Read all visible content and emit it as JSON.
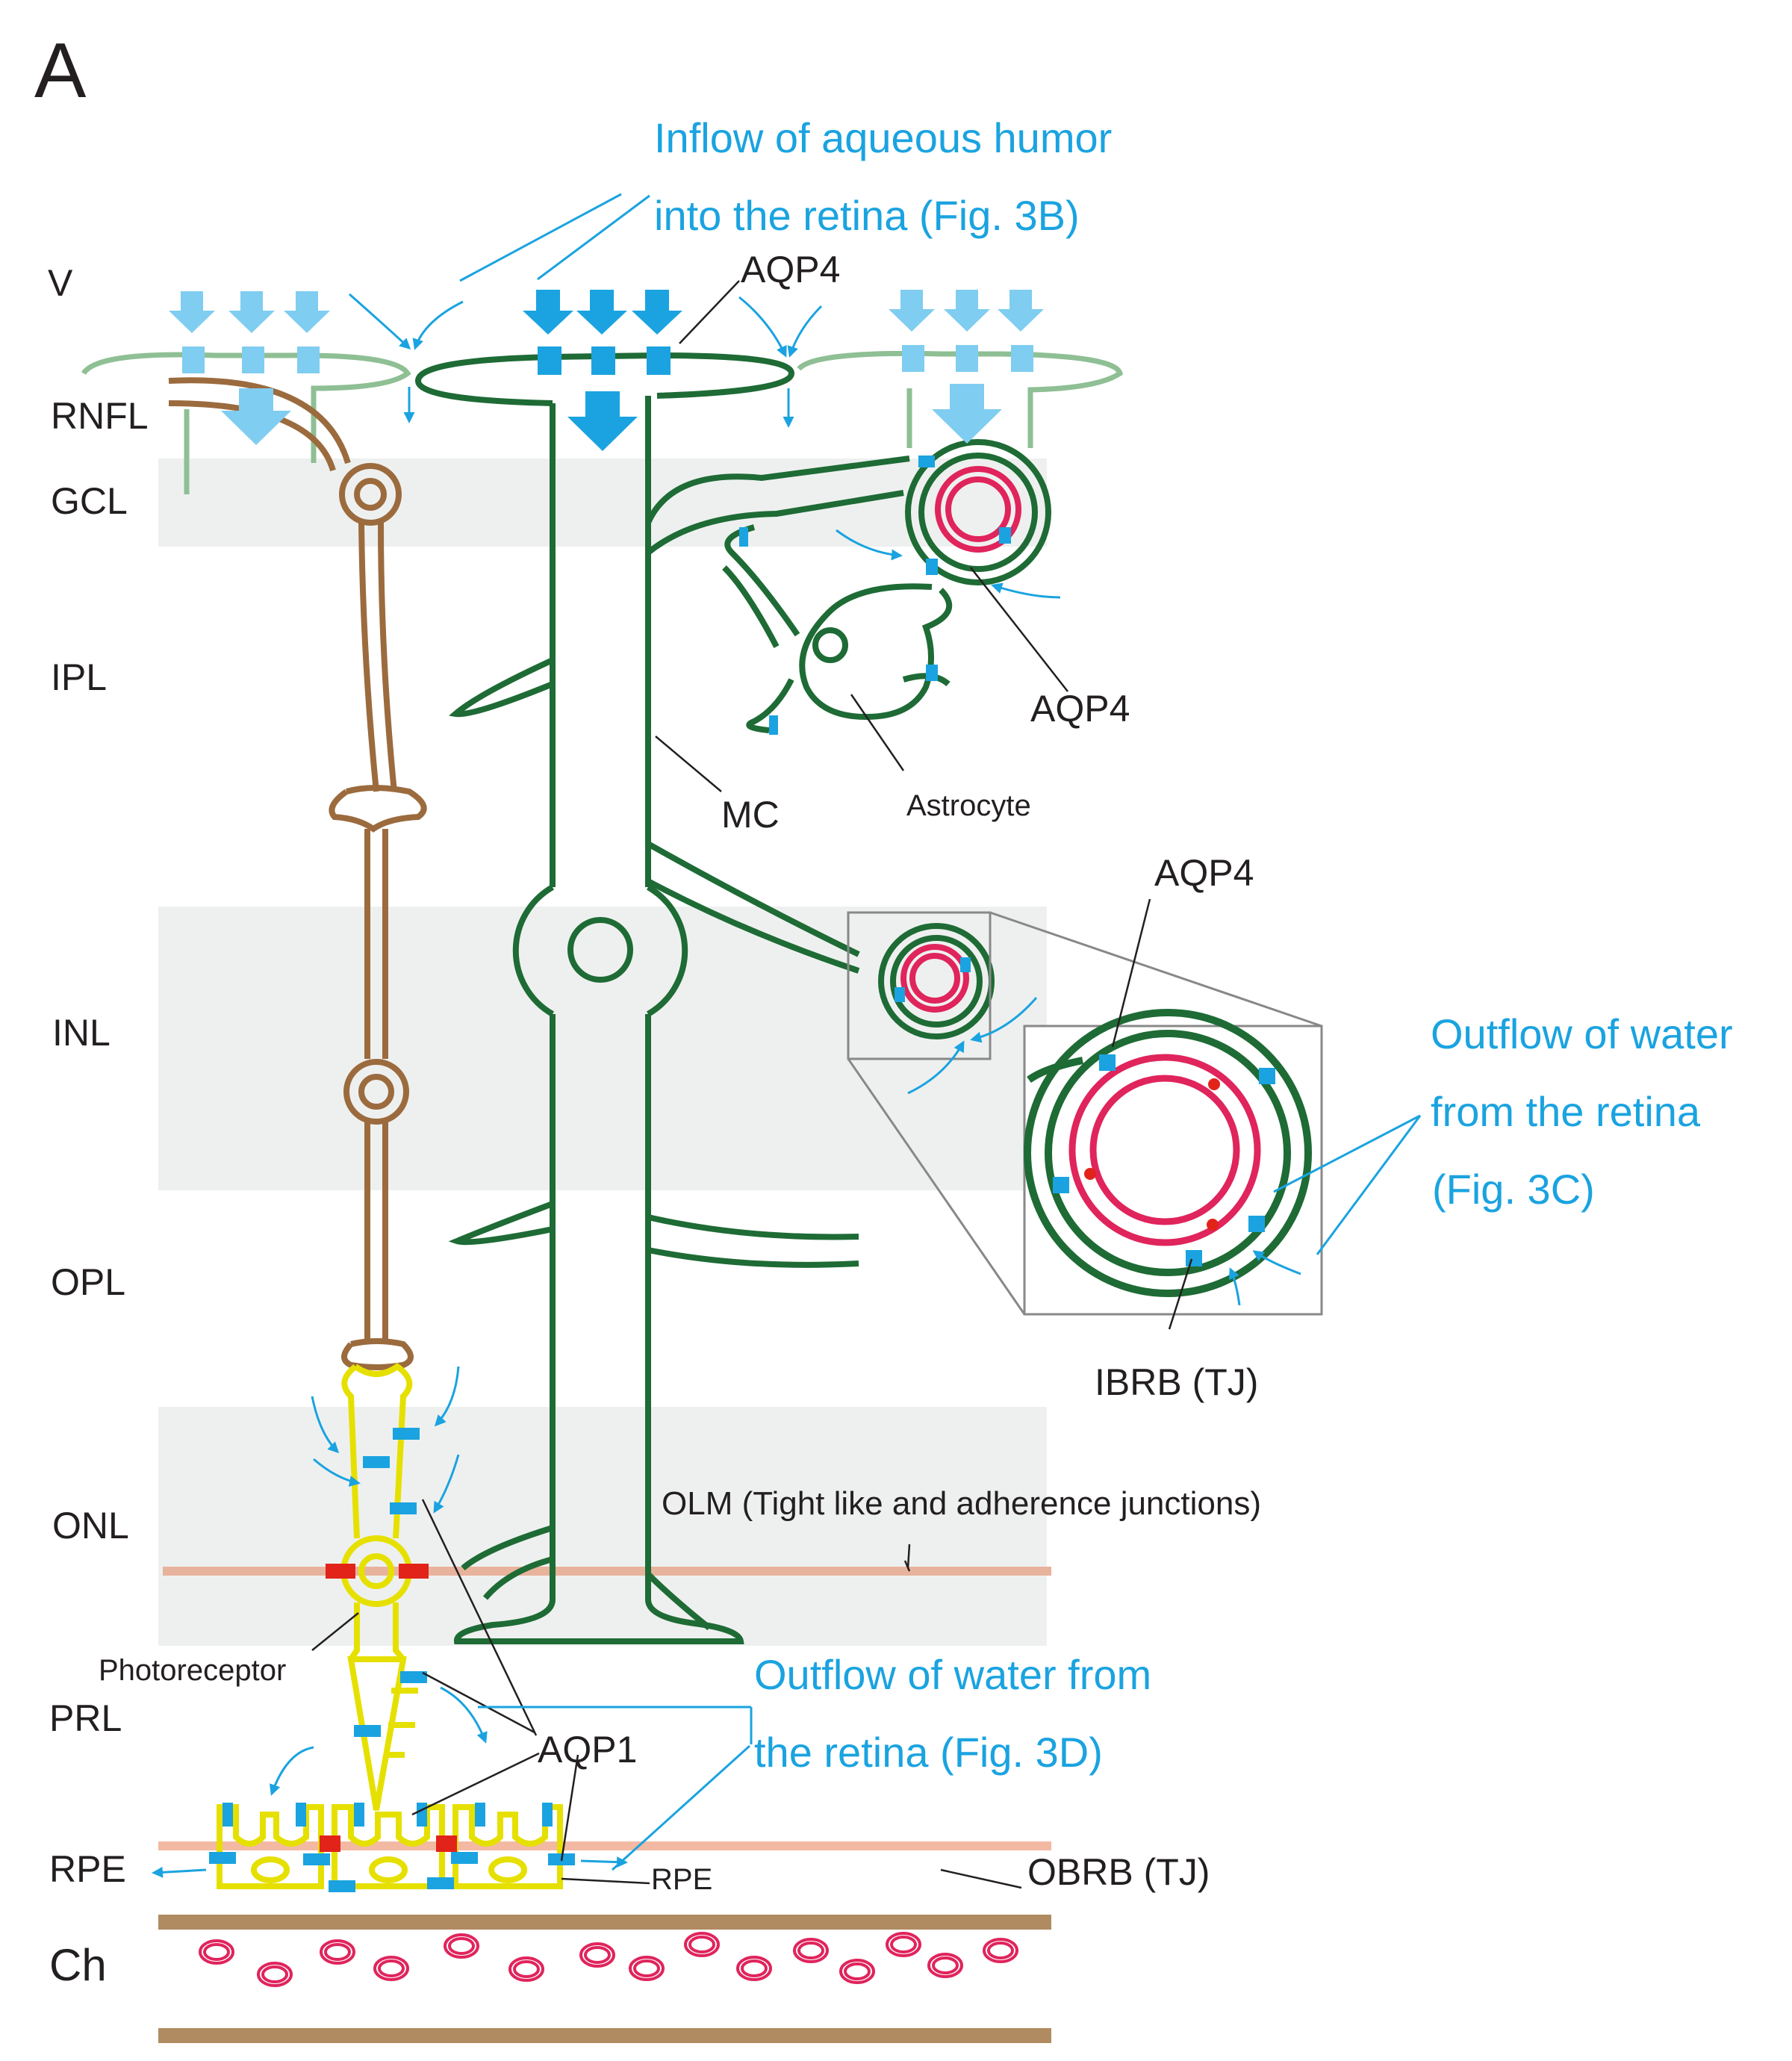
{
  "panel_label": "A",
  "layers": [
    "V",
    "RNFL",
    "GCL",
    "IPL",
    "INL",
    "OPL",
    "ONL",
    "PRL",
    "RPE",
    "Ch"
  ],
  "annotations": {
    "inflow_line1": "Inflow of aqueous humor",
    "inflow_line2": "into the retina (Fig. 3B)",
    "aqp4_top": "AQP4",
    "aqp4_astro": "AQP4",
    "aqp4_vessel": "AQP4",
    "mc": "MC",
    "astrocyte": "Astrocyte",
    "outflow_c_line1": "Outflow of water",
    "outflow_c_line2": "from the retina",
    "outflow_c_line3": "(Fig. 3C)",
    "ibrb": "IBRB (TJ)",
    "olm": "OLM (Tight like and adherence junctions)",
    "photoreceptor": "Photoreceptor",
    "outflow_d_line1": "Outflow of water from",
    "outflow_d_line2": "the retina (Fig. 3D)",
    "aqp1": "AQP1",
    "rpe_cell": "RPE",
    "obrb": "OBRB (TJ)"
  },
  "colors": {
    "muller": "#1e6b35",
    "muller_faint": "#9bc9a0",
    "neuron": "#9b6b3e",
    "photoreceptor": "#e6e000",
    "vessel": "#e0245c",
    "aqp": "#1aa3e0",
    "aqp_faint": "#7fcdf0",
    "tight_junction": "#e2231a",
    "membrane": "#e8b39c",
    "choroid_band": "#b08a60",
    "layer_band": "#eef0ef"
  }
}
